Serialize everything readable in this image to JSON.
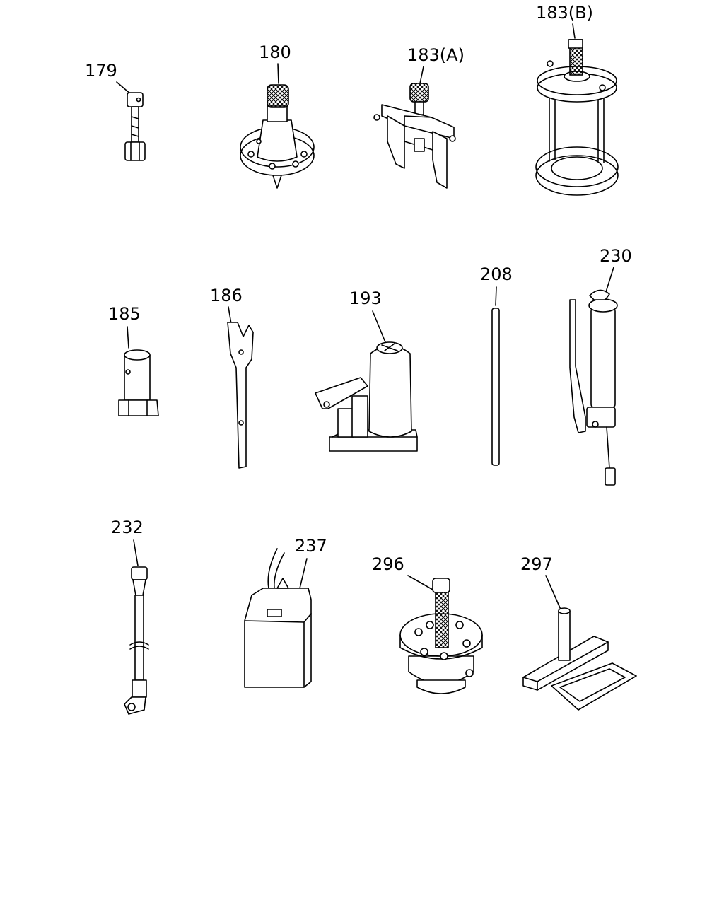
{
  "diagram": {
    "parts": [
      {
        "label": "179"
      },
      {
        "label": "180"
      },
      {
        "label": "183(A)"
      },
      {
        "label": "183(B)"
      },
      {
        "label": "185"
      },
      {
        "label": "186"
      },
      {
        "label": "193"
      },
      {
        "label": "208"
      },
      {
        "label": "230"
      },
      {
        "label": "232"
      },
      {
        "label": "237"
      },
      {
        "label": "296"
      },
      {
        "label": "297"
      }
    ]
  }
}
